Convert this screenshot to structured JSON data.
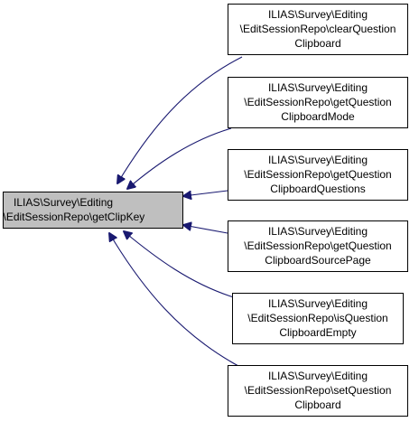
{
  "colors": {
    "edge": "#191970",
    "node_border": "#000000",
    "node_fill": "#ffffff",
    "focus_fill": "#bfbfbf",
    "text": "#000000"
  },
  "focus_node": {
    "lines": [
      "ILIAS\\Survey\\Editing",
      "\\EditSessionRepo\\getClipKey"
    ]
  },
  "caller_nodes": [
    {
      "lines": [
        "ILIAS\\Survey\\Editing",
        "\\EditSessionRepo\\clearQuestion",
        "Clipboard"
      ]
    },
    {
      "lines": [
        "ILIAS\\Survey\\Editing",
        "\\EditSessionRepo\\getQuestion",
        "ClipboardMode"
      ]
    },
    {
      "lines": [
        "ILIAS\\Survey\\Editing",
        "\\EditSessionRepo\\getQuestion",
        "ClipboardQuestions"
      ]
    },
    {
      "lines": [
        "ILIAS\\Survey\\Editing",
        "\\EditSessionRepo\\getQuestion",
        "ClipboardSourcePage"
      ]
    },
    {
      "lines": [
        "ILIAS\\Survey\\Editing",
        "\\EditSessionRepo\\isQuestion",
        "ClipboardEmpty"
      ]
    },
    {
      "lines": [
        "ILIAS\\Survey\\Editing",
        "\\EditSessionRepo\\setQuestion",
        "Clipboard"
      ]
    }
  ]
}
